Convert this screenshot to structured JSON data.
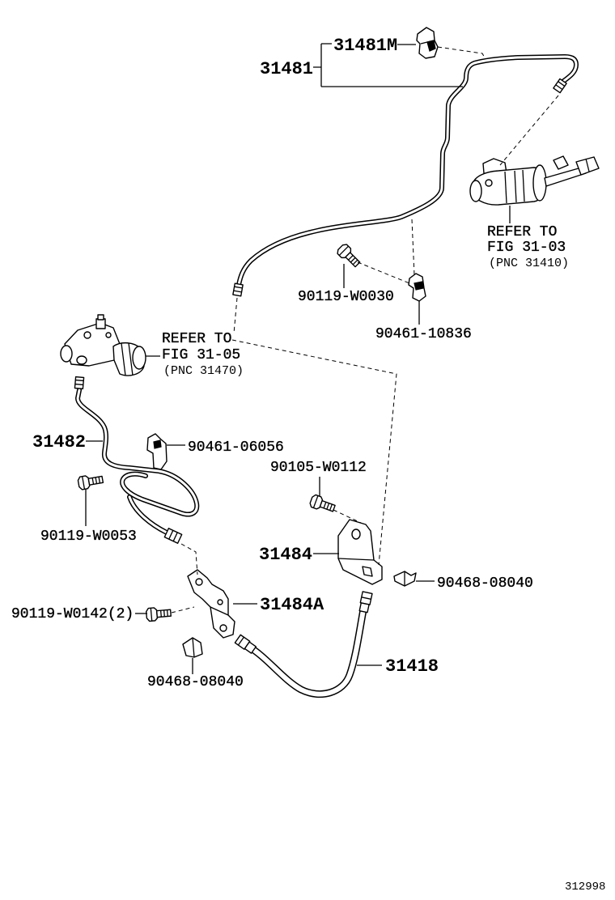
{
  "callouts": {
    "p31481M": "31481M",
    "p31481": "31481",
    "p90119_W0030": "90119-W0030",
    "p90461_10836": "90461-10836",
    "p31482": "31482",
    "p90461_06056": "90461-06056",
    "p90105_W0112": "90105-W0112",
    "p90119_W0053": "90119-W0053",
    "p31484": "31484",
    "p90468_08040_right": "90468-08040",
    "p31484A": "31484A",
    "p90119_W0142": "90119-W0142(2)",
    "p31418": "31418",
    "p90468_08040_left": "90468-08040"
  },
  "references": {
    "master_cylinder": {
      "line1": "REFER TO",
      "line2": "FIG 31-03",
      "line3": "(PNC 31410)"
    },
    "release_cylinder": {
      "line1": "REFER TO",
      "line2": "FIG 31-05",
      "line3": "(PNC 31470)"
    }
  },
  "figure_number": "312998"
}
